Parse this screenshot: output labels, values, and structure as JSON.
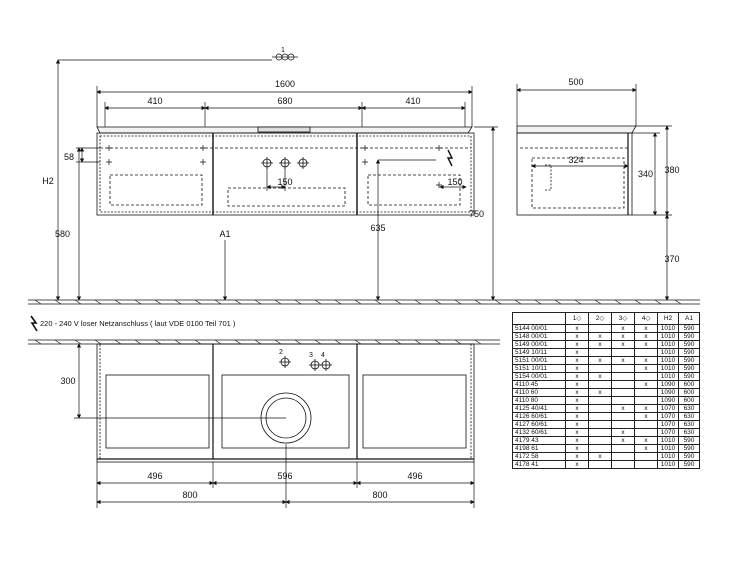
{
  "dimensions": {
    "overall_width": "1600",
    "left_module": "410",
    "center_module": "680",
    "right_module": "410",
    "depth": "500",
    "drawer_height": "58",
    "h2_label": "H2",
    "height_580": "580",
    "a1_label": "A1",
    "height_635": "635",
    "height_750": "750",
    "offset_150_left": "150",
    "offset_150_right": "150",
    "side_324": "324",
    "side_340": "340",
    "side_380": "380",
    "side_370": "370",
    "plan_300": "300",
    "plan_496_left": "496",
    "plan_596": "596",
    "plan_496_right": "496",
    "plan_800_left": "800",
    "plan_800_right": "800",
    "marker_top": "1",
    "marker_2": "2",
    "marker_3": "3",
    "marker_4": "4"
  },
  "note": {
    "text": "220 - 240 V loser Netzanschluss ( laut VDE 0100 Teil 701 )"
  },
  "table": {
    "headers": [
      "",
      "1",
      "2",
      "3",
      "4",
      "H2",
      "A1"
    ],
    "rows": [
      [
        "5144 00/01",
        "x",
        "",
        "x",
        "x",
        "1010",
        "590"
      ],
      [
        "5148 00/01",
        "x",
        "x",
        "x",
        "x",
        "1010",
        "590"
      ],
      [
        "5149 00/01",
        "x",
        "x",
        "x",
        "x",
        "1010",
        "590"
      ],
      [
        "5149 10/11",
        "x",
        "",
        "",
        "",
        "1010",
        "590"
      ],
      [
        "5151 00/01",
        "x",
        "x",
        "x",
        "x",
        "1010",
        "590"
      ],
      [
        "5151 10/11",
        "x",
        "",
        "",
        "x",
        "1010",
        "590"
      ],
      [
        "5154 00/01",
        "x",
        "x",
        "",
        "",
        "1010",
        "590"
      ],
      [
        "4110 45",
        "x",
        "",
        "",
        "x",
        "1090",
        "600"
      ],
      [
        "4110 60",
        "x",
        "x",
        "",
        "",
        "1090",
        "600"
      ],
      [
        "4110 80",
        "x",
        "",
        "",
        "",
        "1090",
        "600"
      ],
      [
        "4125 40/41",
        "x",
        "",
        "x",
        "x",
        "1070",
        "630"
      ],
      [
        "4126 60/61",
        "x",
        "",
        "",
        "x",
        "1070",
        "630"
      ],
      [
        "4127 60/61",
        "x",
        "",
        "",
        "",
        "1070",
        "630"
      ],
      [
        "4132 60/61",
        "x",
        "",
        "x",
        "",
        "1070",
        "630"
      ],
      [
        "4179 43",
        "x",
        "",
        "x",
        "x",
        "1010",
        "590"
      ],
      [
        "4198 61",
        "x",
        "",
        "",
        "x",
        "1010",
        "590"
      ],
      [
        "4172 58",
        "x",
        "x",
        "",
        "",
        "1010",
        "590"
      ],
      [
        "4178 41",
        "x",
        "",
        "",
        "",
        "1010",
        "590"
      ]
    ]
  }
}
